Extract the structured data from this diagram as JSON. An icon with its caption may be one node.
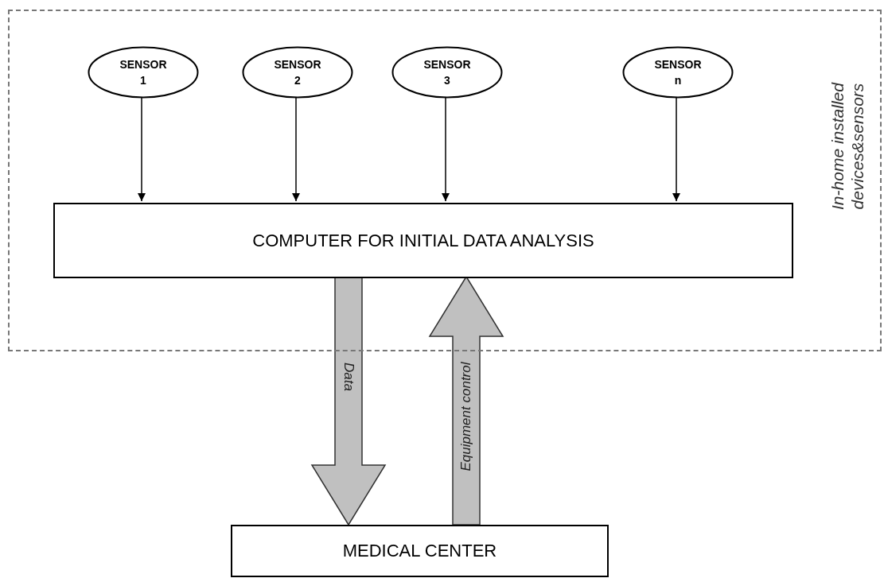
{
  "diagram": {
    "nodes": [
      {
        "text": [
          "In-home installed devices&sensors"
        ]
      },
      {
        "text": [
          "SENSOR 1"
        ],
        "in": 0
      },
      {
        "text": [
          "SENSOR 2"
        ],
        "in": 0
      },
      {
        "text": [
          "SENSOR 3"
        ],
        "in": 0
      },
      {
        "text": [
          "SENSOR n"
        ],
        "in": 0
      },
      {
        "text": [
          "COMPUTER FOR INITIAL DATA ANALYSIS"
        ],
        "in": 0
      },
      {
        "text": [
          "MEDICAL CENTER"
        ]
      }
    ],
    "edges": [
      {
        "from": 1,
        "to": 5,
        "arrow": "to"
      },
      {
        "from": 2,
        "to": 5,
        "arrow": "to"
      },
      {
        "from": 3,
        "to": 5,
        "arrow": "to"
      },
      {
        "from": 4,
        "to": 5,
        "arrow": "to"
      },
      {
        "from": 5,
        "to": 6,
        "arrow": "to",
        "label": "Data",
        "style": "thick",
        "color": "#c0c0c0"
      },
      {
        "from": 6,
        "to": 5,
        "arrow": "to",
        "label": "Equipment control",
        "style": "thick",
        "color": "#c0c0c0"
      }
    ]
  }
}
